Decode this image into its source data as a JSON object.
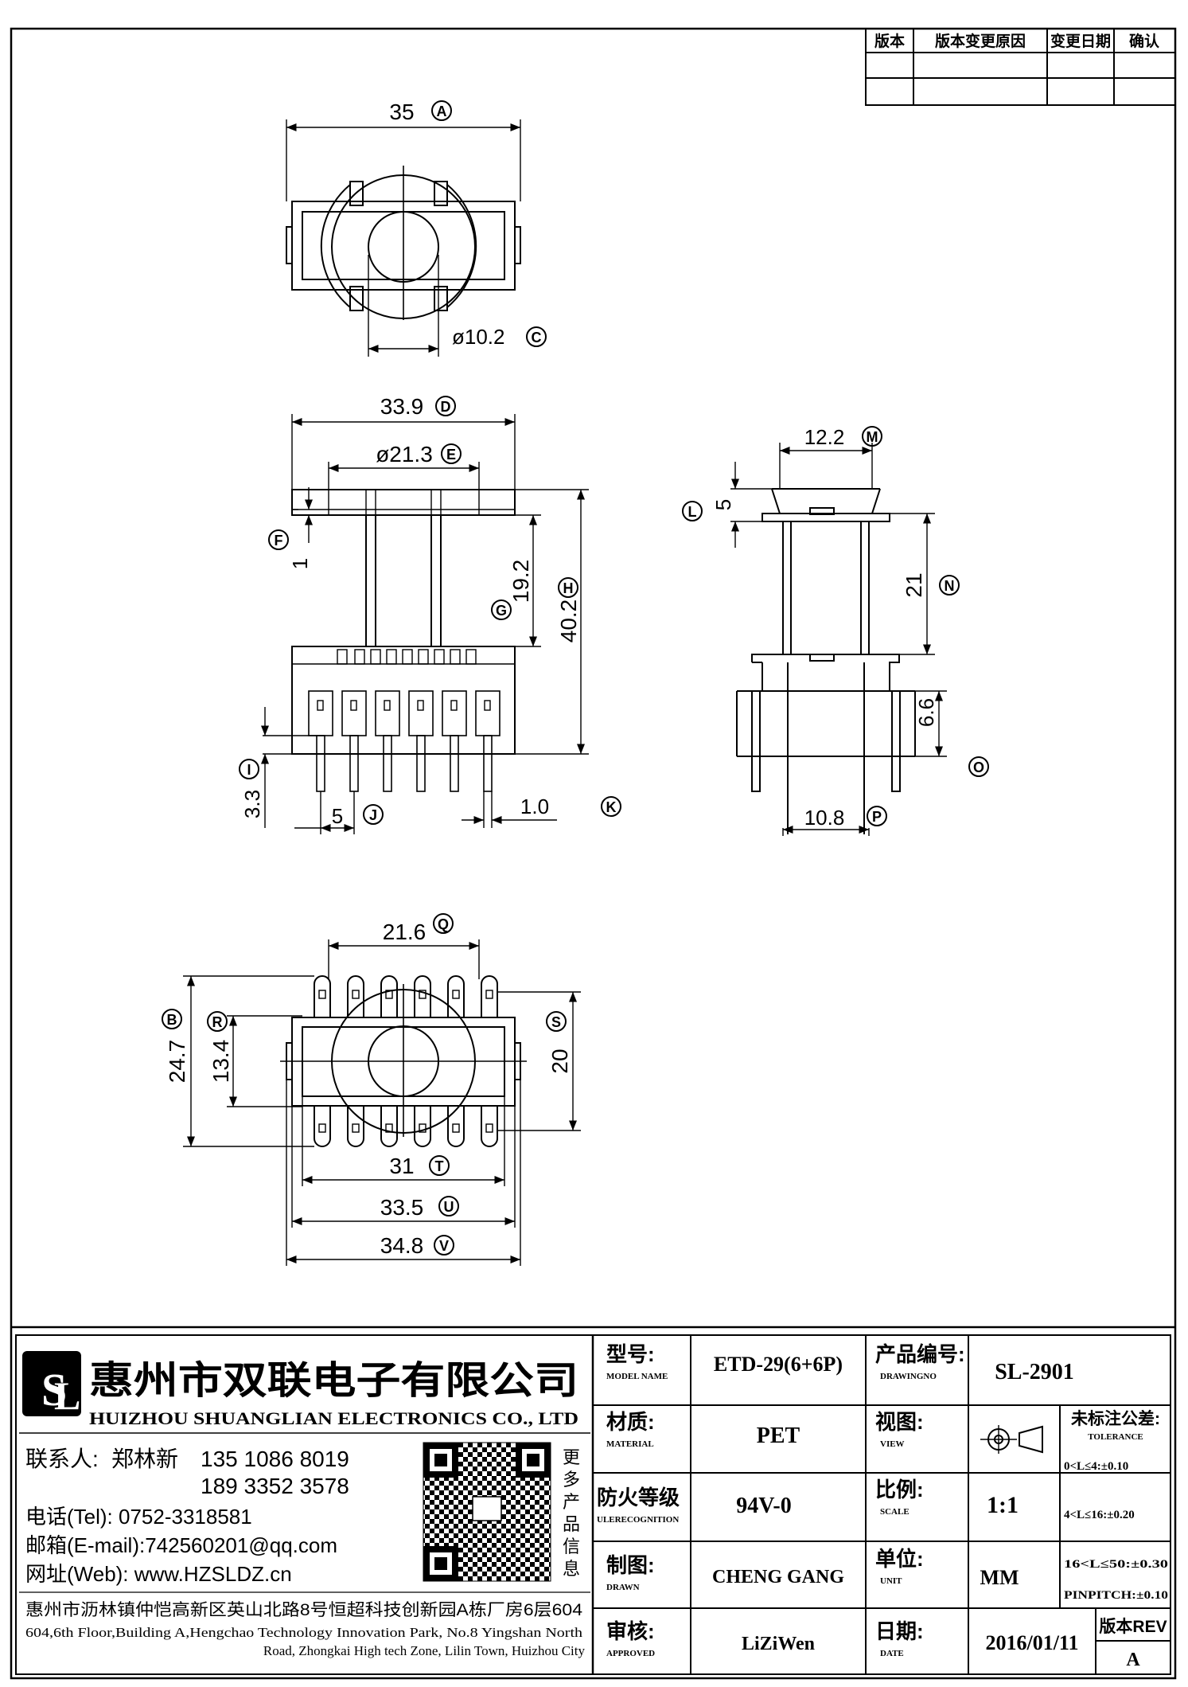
{
  "revision_table": {
    "headers": [
      "版本",
      "版本变更原因",
      "变更日期",
      "确认"
    ]
  },
  "dimensions": {
    "A": {
      "letter": "A",
      "value": "35"
    },
    "B": {
      "letter": "B",
      "value": "24.7"
    },
    "C": {
      "letter": "C",
      "value": "ø10.2"
    },
    "D": {
      "letter": "D",
      "value": "33.9"
    },
    "E": {
      "letter": "E",
      "value": "ø21.3"
    },
    "F": {
      "letter": "F",
      "value": "1"
    },
    "G": {
      "letter": "G",
      "value": "19.2"
    },
    "H": {
      "letter": "H",
      "value": "40.2"
    },
    "I": {
      "letter": "I",
      "value": "3.3"
    },
    "J": {
      "letter": "J",
      "value": "5"
    },
    "K": {
      "letter": "K",
      "value": "1.0"
    },
    "L": {
      "letter": "L",
      "value": "5"
    },
    "M": {
      "letter": "M",
      "value": "12.2"
    },
    "N": {
      "letter": "N",
      "value": "21"
    },
    "O": {
      "letter": "O",
      "value": "6.6"
    },
    "P": {
      "letter": "P",
      "value": "10.8"
    },
    "Q": {
      "letter": "Q",
      "value": "21.6"
    },
    "R": {
      "letter": "R",
      "value": "13.4"
    },
    "S": {
      "letter": "S",
      "value": "20"
    },
    "T": {
      "letter": "T",
      "value": "31"
    },
    "U": {
      "letter": "U",
      "value": "33.5"
    },
    "V": {
      "letter": "V",
      "value": "34.8"
    }
  },
  "company": {
    "name_cn": "惠州市双联电子有限公司",
    "name_en": "HUIZHOU SHUANGLIAN ELECTRONICS CO., LTD",
    "contact_label": "联系人:",
    "contact_name": "郑林新",
    "phone1": "135 1086 8019",
    "phone2": "189 3352 3578",
    "tel": "电话(Tel): 0752-3318581",
    "email": "邮箱(E-mail):742560201@qq.com",
    "web": "网址(Web): www.HZSLDZ.cn",
    "address_cn": "惠州市沥林镇仲恺高新区英山北路8号恒超科技创新园A栋厂房6层604",
    "address_en_1": "604,6th Floor,Building A,Hengchao Technology Innovation Park, No.8 Yingshan North",
    "address_en_2": "Road, Zhongkai High tech Zone, Lilin Town, Huizhou City",
    "qr_caption": [
      "更",
      "多",
      "产",
      "品",
      "信",
      "息"
    ]
  },
  "title_block": {
    "model_label_cn": "型号:",
    "model_label_en": "MODEL NAME",
    "model_value": "ETD-29(6+6P)",
    "drawingno_label_cn": "产品编号:",
    "drawingno_label_en": "DRAWINGNO",
    "drawingno_value": "SL-2901",
    "material_label_cn": "材质:",
    "material_label_en": "MATERIAL",
    "material_value": "PET",
    "view_label_cn": "视图:",
    "view_label_en": "VIEW",
    "tolerance_label_cn": "未标注公差:",
    "tolerance_label_en": "TOLERANCE",
    "tolerance_lines": [
      "0<L≤4:±0.10",
      "4<L≤16:±0.20",
      "16<L≤50:±0.30",
      "PINPITCH:±0.10"
    ],
    "flame_label_cn": "防火等级",
    "flame_label_en": "ULERECOGNITION",
    "flame_value": "94V-0",
    "scale_label_cn": "比例:",
    "scale_label_en": "SCALE",
    "scale_value": "1:1",
    "drawn_label_cn": "制图:",
    "drawn_label_en": "DRAWN",
    "drawn_value": "CHENG GANG",
    "unit_label_cn": "单位:",
    "unit_label_en": "UNIT",
    "unit_value": "MM",
    "approved_label_cn": "审核:",
    "approved_label_en": "APPROVED",
    "approved_value": "LiZiWen",
    "date_label_cn": "日期:",
    "date_label_en": "DATE",
    "date_value": "2016/01/11",
    "rev_label": "版本REV",
    "rev_value": "A"
  }
}
